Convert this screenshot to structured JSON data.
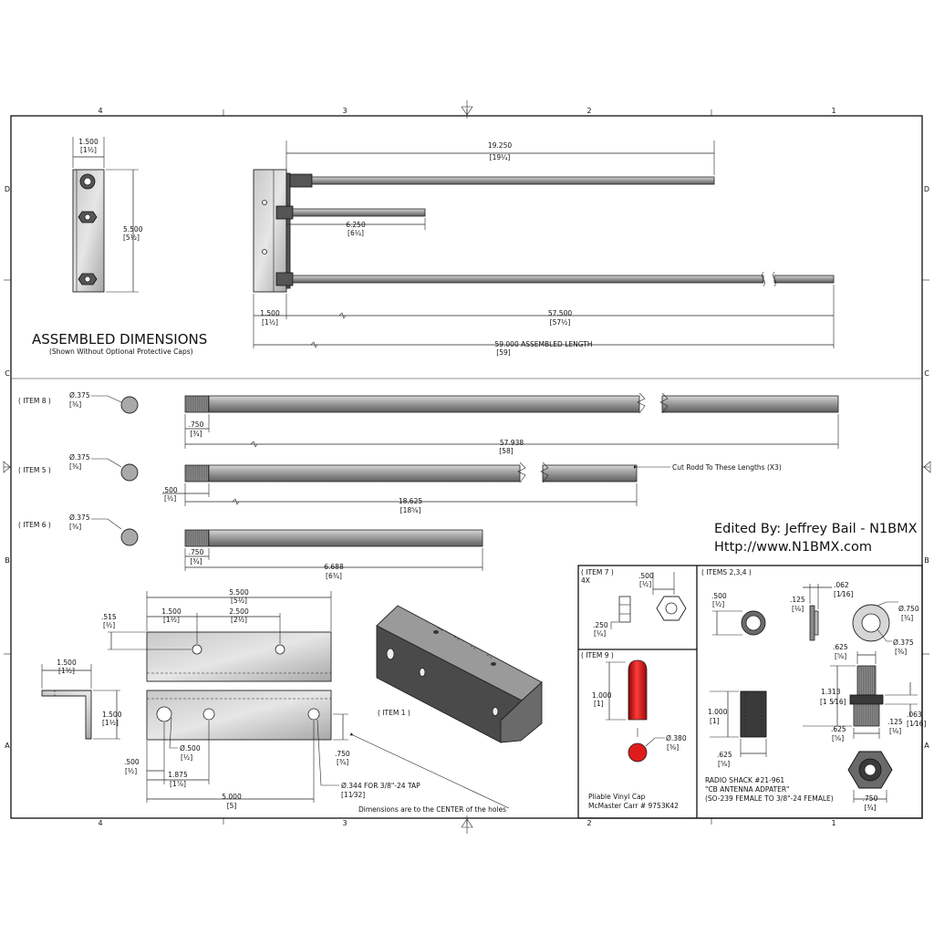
{
  "zones": {
    "top": [
      "4",
      "3",
      "2",
      "1"
    ],
    "bottom": [
      "4",
      "3",
      "2",
      "1"
    ],
    "left": [
      "D",
      "C",
      "B",
      "A"
    ],
    "right": [
      "D",
      "C",
      "B",
      "A"
    ]
  },
  "assembled": {
    "title": "ASSEMBLED DIMENSIONS",
    "subtitle": "(Shown Without Optional Protective Caps)",
    "plate_width": "1.500",
    "plate_width_frac": "[1½]",
    "plate_height": "5.500",
    "plate_height_frac": "[5½]",
    "long_rod": "19.250",
    "long_rod_frac": "[19¼]",
    "short_rod": "6.250",
    "short_rod_frac": "[6¼]",
    "base": "1.500",
    "base_frac": "[1½]",
    "rod_len": "57.500",
    "rod_len_frac": "[57½]",
    "total": "59.000 ASSEMBLED LENGTH",
    "total_frac": "[59]"
  },
  "rods": [
    {
      "item": "( ITEM 8 )",
      "dia": "Ø.375",
      "dia_frac": "[⅜]",
      "thread": ".750",
      "thread_frac": "[¾]",
      "length": "57.938",
      "length_frac": "[58]"
    },
    {
      "item": "( ITEM 5 )",
      "dia": "Ø.375",
      "dia_frac": "[⅜]",
      "thread": ".500",
      "thread_frac": "[½]",
      "length": "18.625",
      "length_frac": "[18⅝]",
      "note": "Cut Rodd To These Lengths (X3)"
    },
    {
      "item": "( ITEM 6 )",
      "dia": "Ø.375",
      "dia_frac": "[⅜]",
      "thread": ".750",
      "thread_frac": "[¾]",
      "length": "6.688",
      "length_frac": "[6¾]"
    }
  ],
  "credits": {
    "line1": "Edited By: Jeffrey Bail - N1BMX",
    "line2": "Http://www.N1BMX.com"
  },
  "bracket": {
    "width": "5.500",
    "width_frac": "[5½]",
    "a": "1.500",
    "a_frac": "[1½]",
    "b": "2.500",
    "b_frac": "[2½]",
    "edge": ".515",
    "edge_frac": "[½]",
    "angle_w": "1.500",
    "angle_w_frac": "[1½]",
    "angle_h": "1.500",
    "angle_h_frac": "[1½]",
    "hole_big": "Ø.500",
    "hole_big_frac": "[½]",
    "edge2": ".500",
    "edge2_frac": "[½]",
    "pos2": "1.875",
    "pos2_frac": "[1⅞]",
    "pos3": "5.000",
    "pos3_frac": "[5]",
    "right_h": ".750",
    "right_h_frac": "[¾]",
    "tap": "Ø.344 FOR 3/8\"-24 TAP",
    "tap_frac": "[11⁄32]",
    "note": "Dimensions are to the CENTER of the holes",
    "item": "( ITEM 1 )"
  },
  "item7": {
    "label": "( ITEM 7 )",
    "qty": "4X",
    "w": ".500",
    "w_frac": "[½]",
    "h": ".250",
    "h_frac": "[¼]"
  },
  "item9": {
    "label": "( ITEM 9 )",
    "h": "1.000",
    "h_frac": "[1]",
    "d": "Ø.380",
    "d_frac": "[⅜]",
    "note1": "Pliable Vinyl Cap",
    "note2": "McMaster Carr # 9753K42",
    "cap_color": "#e01b1b"
  },
  "items234": {
    "label": "( ITEMS 2,3,4 )",
    "a": ".500",
    "a_frac": "[½]",
    "b": ".125",
    "b_frac": "[⅛]",
    "c": ".062",
    "c_frac": "[1⁄16]",
    "d": "Ø.750",
    "d_frac": "[¾]",
    "e": "Ø.375",
    "e_frac": "[⅜]",
    "f": ".625",
    "f_frac": "[⅝]",
    "g": "1.313",
    "g_frac": "[1 5⁄16]",
    "h": "1.000",
    "h_frac": "[1]",
    "i": ".625",
    "i_frac": "[⅝]",
    "j": ".625",
    "j_frac": "[⅝]",
    "k": ".125",
    "k_frac": "[⅛]",
    "l": ".063",
    "l_frac": "[1⁄16]",
    "m": ".750",
    "m_frac": "[¾]",
    "note1": "RADIO SHACK #21-961",
    "note2": "\"CB ANTENNA ADPATER\"",
    "note3": "(SO-239 FEMALE TO 3/8\"-24 FEMALE)"
  }
}
